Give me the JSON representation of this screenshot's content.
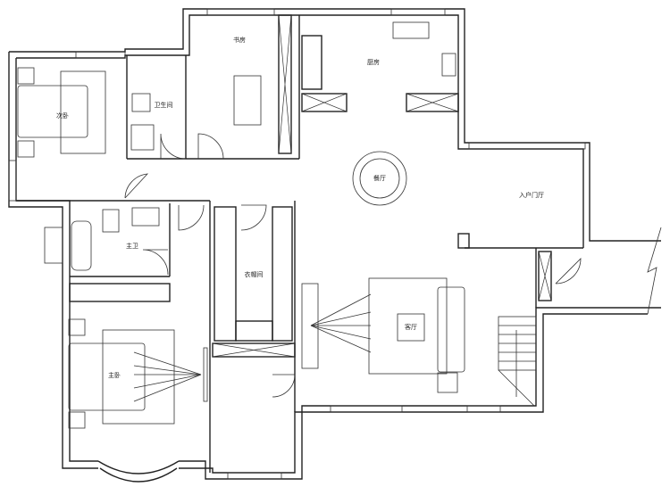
{
  "title": "Apartment floor plan",
  "rooms": {
    "study": "书房",
    "second_bedroom": "次卧",
    "guest_bathroom": "卫生间",
    "kitchen": "厨房",
    "dining": "餐厅",
    "entrance_hall": "入户门厅",
    "master_bathroom": "主卫",
    "walk_in_closet": "衣帽间",
    "master_bedroom": "主卧",
    "living_room": "客厅"
  },
  "colors": {
    "line": "#222222",
    "background": "#ffffff"
  }
}
